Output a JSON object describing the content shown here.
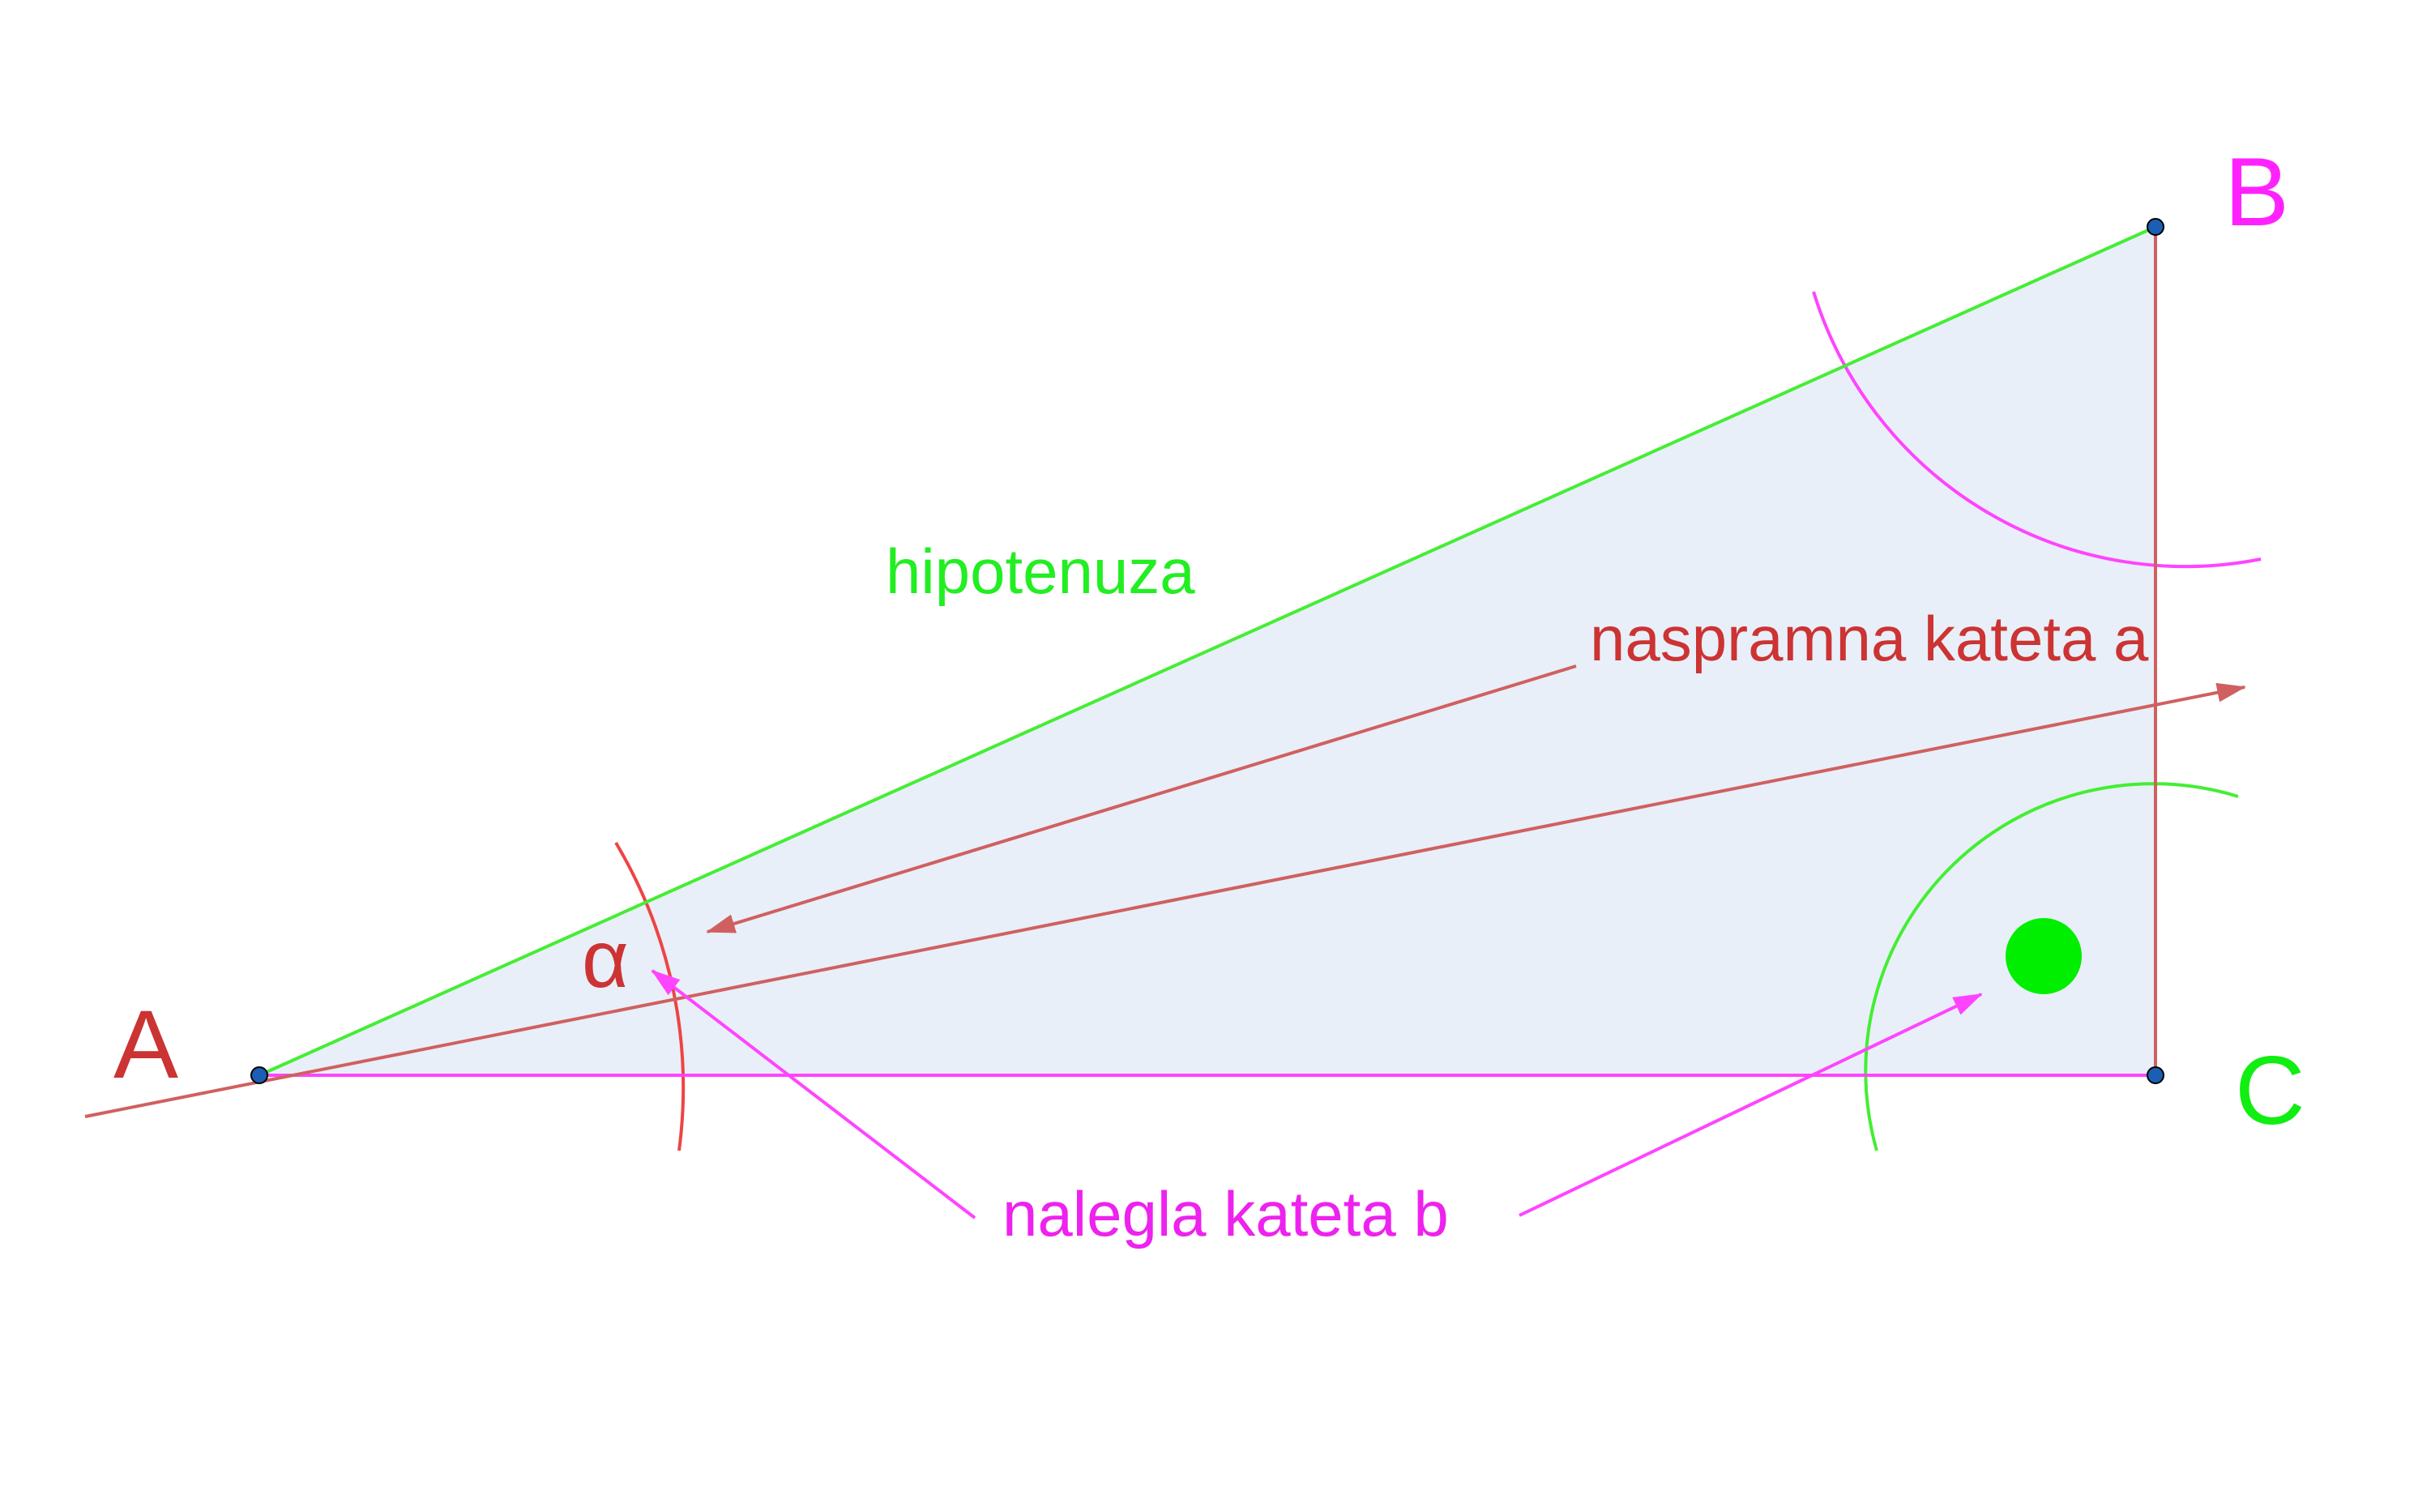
{
  "diagram": {
    "vertices": {
      "A": "A",
      "B": "B",
      "C": "C"
    },
    "angle_symbol": "α",
    "labels": {
      "hypotenuse": "hipotenuza",
      "opposite_leg": "naspramna kateta a",
      "adjacent_leg": "nalegla kateta b"
    },
    "colors": {
      "triangle_fill": "#e8eff8",
      "hypotenuse": "#44ee33",
      "opposite_leg": "#d06060",
      "adjacent_leg": "#ff44ff",
      "angle_arc_alpha": "#ee4444",
      "angle_arc_B": "#ff44ff",
      "angle_arc_C": "#44ee33",
      "right_angle_dot": "#00ee00",
      "label_A": "#cc3333",
      "label_B": "#ff22ff",
      "label_C": "#11ee11",
      "label_hypotenuse": "#22ee22",
      "label_opposite": "#cc3333",
      "label_adjacent": "#ee22ee",
      "label_alpha": "#cc3333",
      "vertex_point": "#1a5fb4"
    }
  }
}
